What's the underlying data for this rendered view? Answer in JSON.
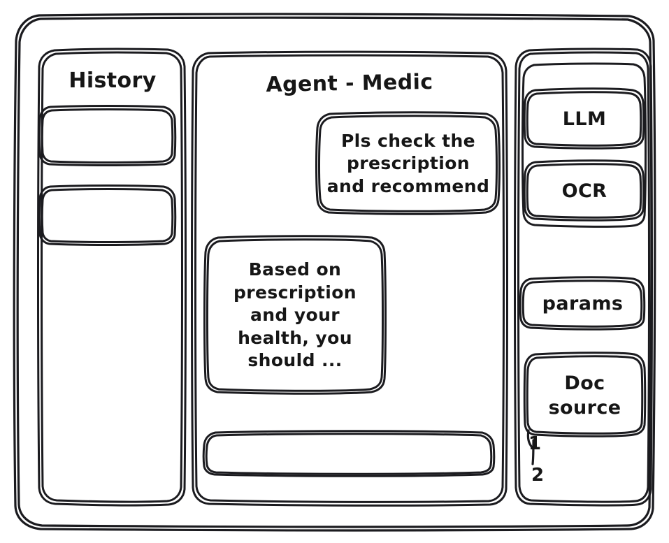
{
  "style": {
    "stroke_color": "#1b1b1f",
    "background_color": "#ffffff",
    "fill_color": "#ffffff",
    "sketch_style": "hand-drawn-wireframe"
  },
  "window": {
    "frame_name": "app-window-frame"
  },
  "sidebar_left": {
    "title": "History",
    "items": [
      {
        "label": "",
        "name": "history-item-1"
      },
      {
        "label": "",
        "name": "history-item-2"
      }
    ]
  },
  "main": {
    "title": "Agent - Medic",
    "messages": [
      {
        "role": "user",
        "text": "Pls check the\nprescription\nand recommend"
      },
      {
        "role": "assistant",
        "text": "Based on\nprescription\nand your\nhealth, you\nshould ..."
      }
    ],
    "composer": {
      "value": "",
      "placeholder": ""
    }
  },
  "sidebar_right": {
    "tools": [
      {
        "label": "LLM",
        "name": "llm-button"
      },
      {
        "label": "OCR",
        "name": "ocr-button"
      }
    ],
    "params_label": "params",
    "doc_source": {
      "label": "Doc\nsource",
      "items": [
        {
          "label": "1"
        },
        {
          "label": "2"
        }
      ]
    }
  }
}
